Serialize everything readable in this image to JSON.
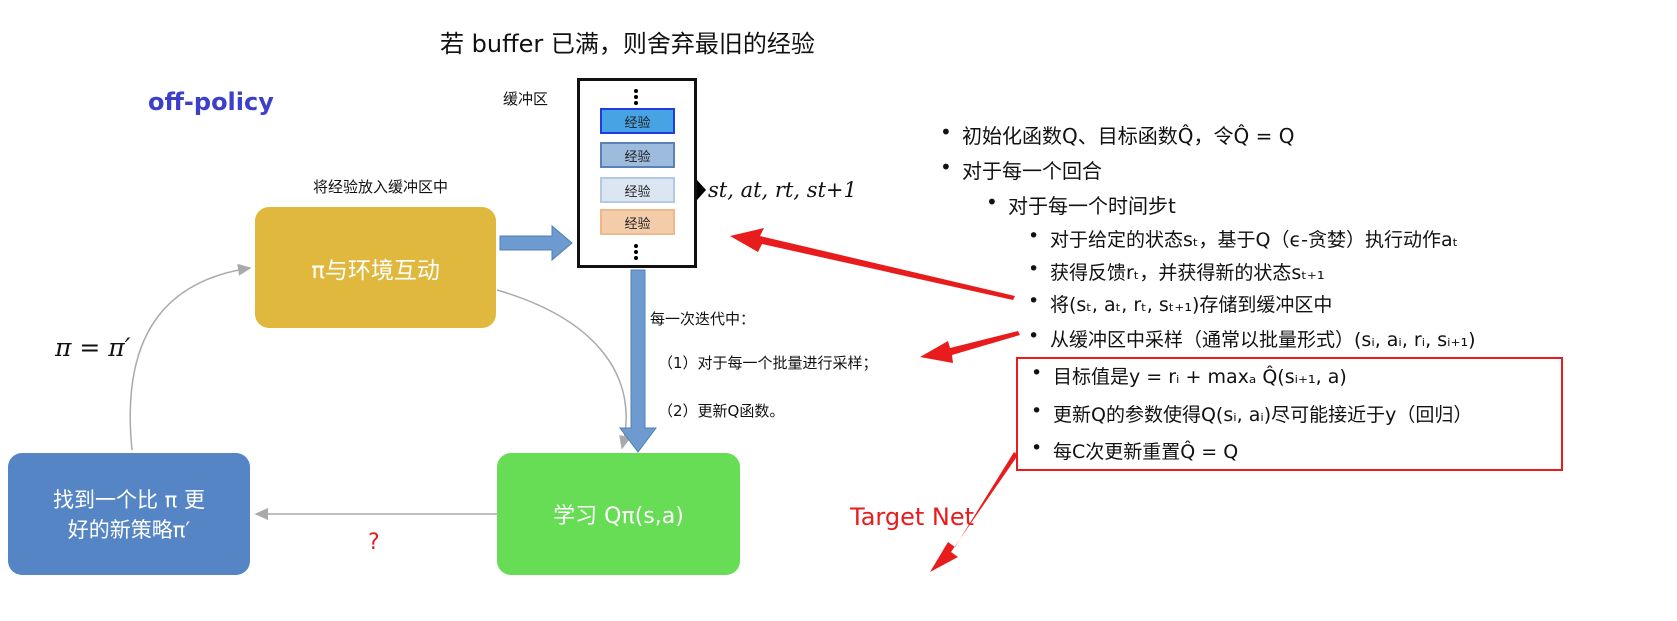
{
  "title": "若 buffer 已满，则舍弃最旧的经验",
  "off_policy": "off-policy",
  "buffer": {
    "label": "缓冲区",
    "items": [
      "经验",
      "经验",
      "经验",
      "经验"
    ],
    "output": "s_t, a_t, r_t, s_{t+1}",
    "output_display": "st, at, rt, st+1"
  },
  "put_label": "将经验放入缓冲区中",
  "interact_box": "π与环境互动",
  "iteration": {
    "header": "每一次迭代中：",
    "step1": "（1）对于每一个批量进行采样；",
    "step2": "（2）更新Q函数。"
  },
  "learn_box": "学习 Qπ(s,a)",
  "find_box": {
    "line1": "找到一个比 π 更",
    "line2": "好的新策略π′"
  },
  "policy_update": "π = π′",
  "question": "?",
  "target_net": "Target Net",
  "algorithm": [
    "初始化函数Q、目标函数Q̂，令Q̂ = Q",
    "对于每一个回合",
    "对于每一个时间步t",
    "对于给定的状态sₜ，基于Q（ϵ-贪婪）执行动作aₜ",
    "获得反馈rₜ，并获得新的状态sₜ₊₁",
    "将(sₜ, aₜ, rₜ, sₜ₊₁)存储到缓冲区中",
    "从缓冲区中采样（通常以批量形式）(sᵢ, aᵢ, rᵢ, sᵢ₊₁)",
    "目标值是y = rᵢ + maxₐ Q̂(sᵢ₊₁, a)",
    "更新Q的参数使得Q(sᵢ, aᵢ)尽可能接近于y（回归）",
    "每C次更新重置Q̂ = Q"
  ],
  "colors": {
    "yellow": "#e0b83e",
    "green": "#66dd55",
    "blue": "#5585c5",
    "red": "#e81c1c",
    "arrow_blue": "#6d9bcf",
    "offpolicy": "#3b3fc9"
  }
}
